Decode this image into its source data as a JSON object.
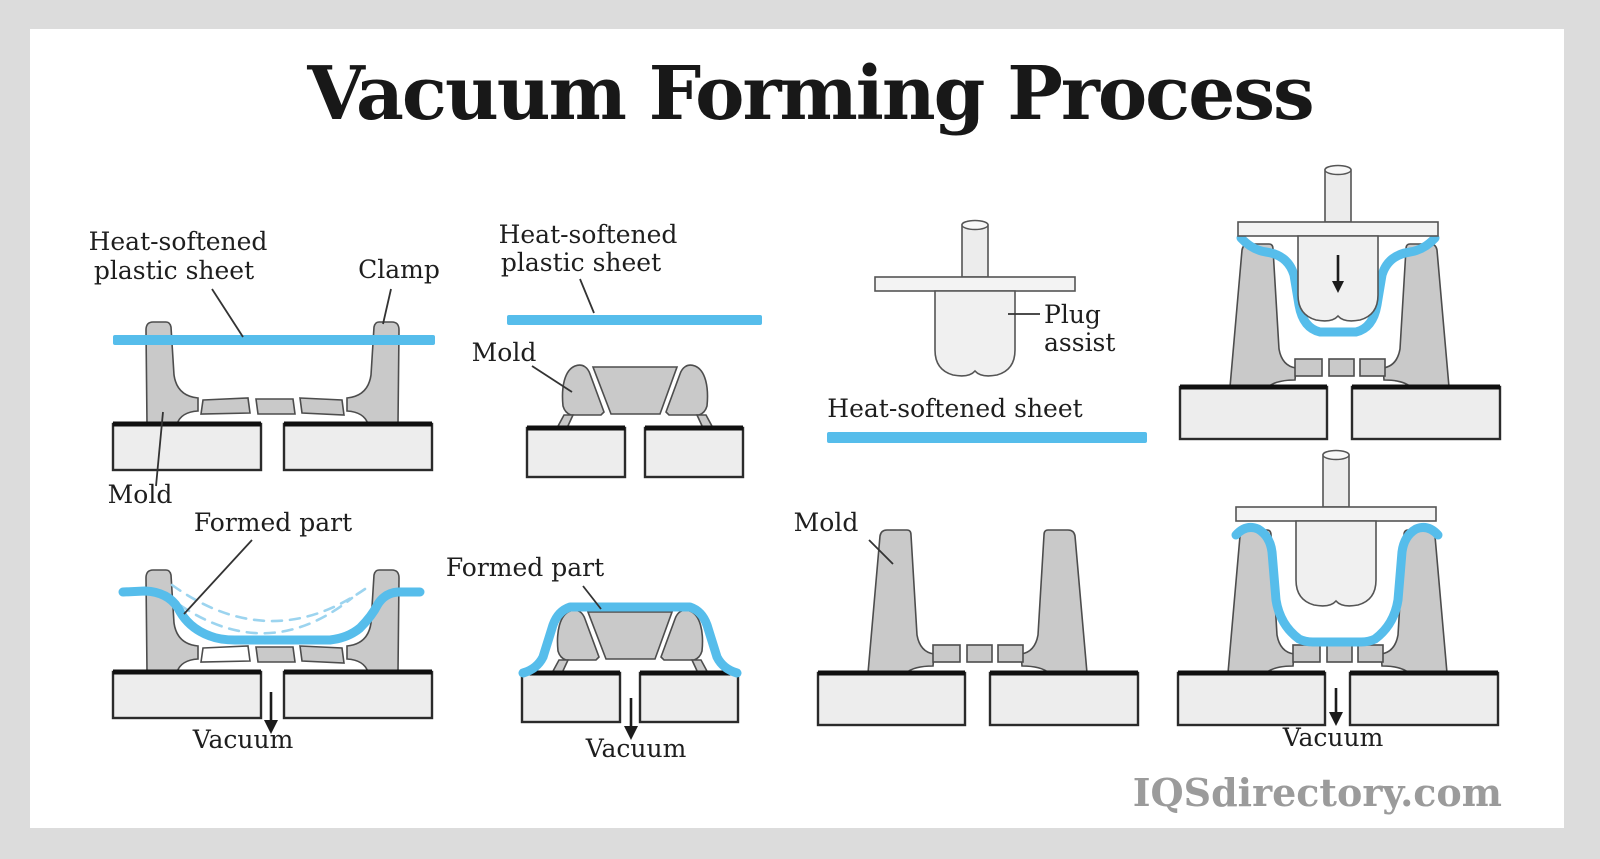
{
  "title": "Vacuum Forming Process",
  "watermark": "IQSdirectory.com",
  "colors": {
    "sheet_blue": "#56BDEB",
    "dashed_sheet_blue": "#9CD4EF",
    "mold_gray": "#C9C9C9",
    "base_gray": "#EDEDED",
    "plug_gray": "#F0F0F0",
    "outline_dark": "#4D4D4D",
    "frame_gray": "#DCDCDC",
    "label_text": "#1E1E1E",
    "watermark_gray": "#9B9B9B"
  },
  "stages": {
    "s1": {
      "sheet_label_line1": "Heat-softened",
      "sheet_label_line2": "plastic sheet",
      "clamp_label": "Clamp",
      "mold_label": "Mold"
    },
    "s2": {
      "formed_part_label": "Formed part",
      "vacuum_label": "Vacuum"
    },
    "s3": {
      "sheet_label_line1": "Heat-softened",
      "sheet_label_line2": "plastic sheet",
      "mold_label": "Mold"
    },
    "s4": {
      "formed_part_label": "Formed part",
      "vacuum_label": "Vacuum"
    },
    "s5": {
      "plug_label_line1": "Plug",
      "plug_label_line2": "assist",
      "sheet_label": "Heat-softened sheet"
    },
    "s6": {
      "mold_label": "Mold"
    },
    "s8": {
      "vacuum_label": "Vacuum"
    }
  }
}
